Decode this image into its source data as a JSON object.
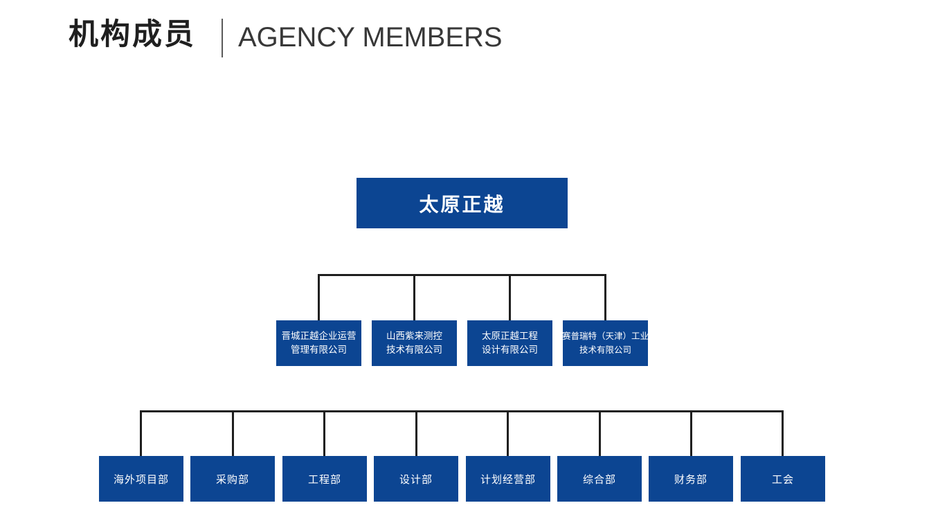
{
  "header": {
    "title_zh": "机构成员",
    "title_en": "AGENCY MEMBERS"
  },
  "org_chart": {
    "root": {
      "label": "太原正越"
    },
    "subsidiaries": [
      {
        "line1": "晋城正越企业运营",
        "line2": "管理有限公司"
      },
      {
        "line1": "山西紫来测控",
        "line2": "技术有限公司"
      },
      {
        "line1": "太原正越工程",
        "line2": "设计有限公司"
      },
      {
        "line1": "赛普瑞特（天津）工业",
        "line2": "技术有限公司"
      }
    ],
    "departments": [
      {
        "label": "海外项目部"
      },
      {
        "label": "采购部"
      },
      {
        "label": "工程部"
      },
      {
        "label": "设计部"
      },
      {
        "label": "计划经营部"
      },
      {
        "label": "综合部"
      },
      {
        "label": "财务部"
      },
      {
        "label": "工会"
      }
    ]
  },
  "colors": {
    "box_blue": "#0C4592",
    "connector": "#1F1F1F",
    "title": "#1F1F1F",
    "subtitle": "#383838",
    "divider": "#595959"
  }
}
